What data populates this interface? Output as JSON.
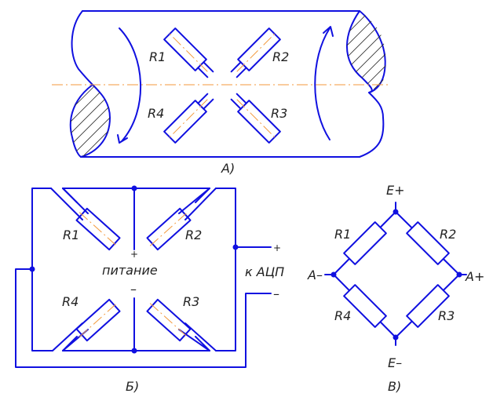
{
  "panel_a": {
    "caption": "А)",
    "labels": {
      "r1": "R1",
      "r2": "R2",
      "r3": "R3",
      "r4": "R4"
    }
  },
  "panel_b": {
    "caption": "Б)",
    "labels": {
      "r1": "R1",
      "r2": "R2",
      "r3": "R3",
      "r4": "R4"
    },
    "supply": "питание",
    "supply_plus": "+",
    "supply_minus": "–",
    "output": "к АЦП",
    "out_plus": "+",
    "out_minus": "–"
  },
  "panel_c": {
    "caption": "В)",
    "labels": {
      "r1": "R1",
      "r2": "R2",
      "r3": "R3",
      "r4": "R4"
    },
    "e_plus": "E+",
    "e_minus": "E–",
    "a_plus": "A+",
    "a_minus": "A–"
  },
  "colors": {
    "wire": "#1010e0",
    "centerline": "#f39a3c"
  }
}
